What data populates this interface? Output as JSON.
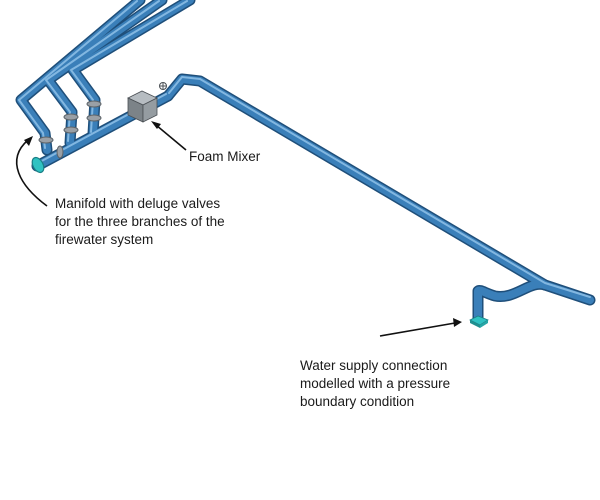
{
  "annotations": {
    "foam_mixer": "Foam Mixer",
    "manifold": [
      "Manifold with deluge valves",
      "for the three branches of the",
      "firewater system"
    ],
    "water_supply": [
      "Water supply connection",
      "modelled with a pressure",
      "boundary condition"
    ]
  },
  "colors": {
    "pipe_dark": "#1f4f7a",
    "pipe_main": "#3a7fb9",
    "pipe_highlight": "#8fc1e8",
    "inlet_face": "#2fc2c2",
    "mixer_body": "#8e959b",
    "valve": "#9aa0a6",
    "arrow": "#111111"
  }
}
